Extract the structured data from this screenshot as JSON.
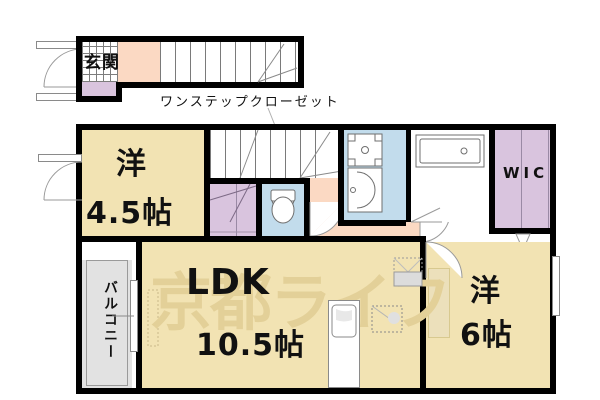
{
  "plan": {
    "title_watermark": "京都ライフ",
    "annotations": {
      "closet_note": "ワンステップクローゼット"
    },
    "rooms": [
      {
        "key": "entrance",
        "label": "玄関",
        "size": "",
        "type": "entry"
      },
      {
        "key": "washitsu1",
        "label": "洋",
        "size": "4.5帖",
        "type": "western-room"
      },
      {
        "key": "ldk",
        "label": "LDK",
        "size": "10.5帖",
        "type": "living-dining-kitchen"
      },
      {
        "key": "washitsu2",
        "label": "洋",
        "size": "6帖",
        "type": "western-room"
      },
      {
        "key": "wic",
        "label": "WIC",
        "size": "",
        "type": "walk-in-closet"
      },
      {
        "key": "balcony",
        "label": "バルコニー",
        "size": "",
        "type": "balcony"
      }
    ],
    "fixtures": [
      {
        "key": "toilet",
        "name": "toilet-fixture"
      },
      {
        "key": "bathtub",
        "name": "bathtub-fixture"
      },
      {
        "key": "washbasin",
        "name": "washbasin-fixture"
      },
      {
        "key": "washer-space",
        "name": "washing-machine-space"
      },
      {
        "key": "sink",
        "name": "kitchen-sink"
      },
      {
        "key": "stove",
        "name": "kitchen-stove"
      },
      {
        "key": "fridge",
        "name": "refrigerator-space"
      }
    ],
    "colors": {
      "wall": "#000000",
      "room_floor": "#f2e3b3",
      "corridor": "#fbd9c3",
      "wet_area": "#c2dcec",
      "closet": "#d9c4de",
      "balcony": "#e2e2e2",
      "watermark": "#e3d098"
    }
  }
}
